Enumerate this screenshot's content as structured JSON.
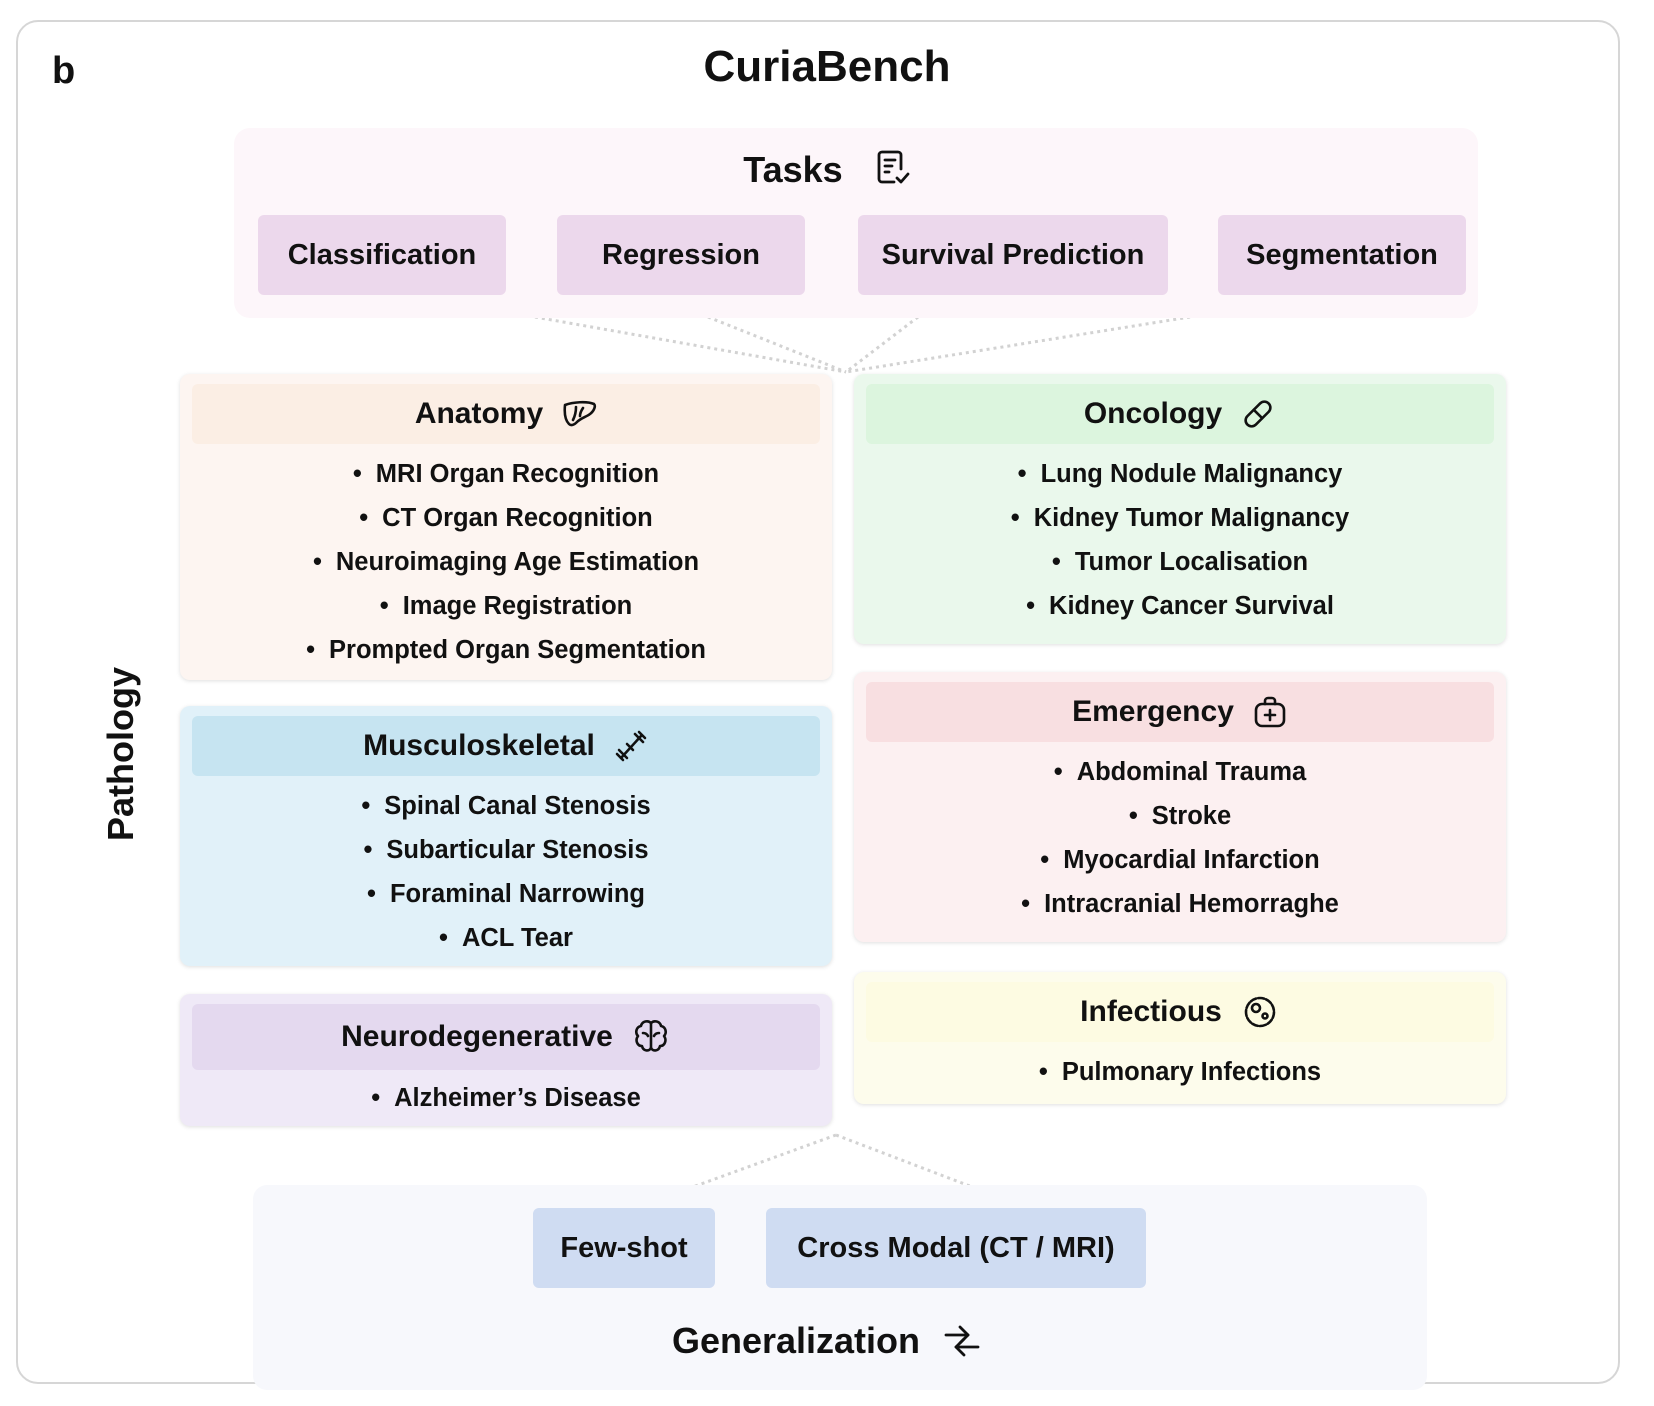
{
  "panel_letter": "b",
  "title": "CuriaBench",
  "tasks": {
    "title": "Tasks",
    "icon": "task-checklist-icon",
    "items": [
      "Classification",
      "Regression",
      "Survival Prediction",
      "Segmentation"
    ]
  },
  "pathology_label": "Pathology",
  "categories": [
    {
      "name": "Anatomy",
      "icon": "liver-icon",
      "color": "#fdf1ea",
      "items": [
        "MRI Organ Recognition",
        "CT Organ Recognition",
        "Neuroimaging Age Estimation",
        "Image Registration",
        "Prompted Organ Segmentation"
      ]
    },
    {
      "name": "Musculoskeletal",
      "icon": "bone-icon",
      "color": "#c6e4f1",
      "items": [
        "Spinal Canal Stenosis",
        "Subarticular Stenosis",
        "Foraminal Narrowing",
        "ACL Tear"
      ]
    },
    {
      "name": "Neurodegenerative",
      "icon": "brain-icon",
      "color": "#e4d9ef",
      "items": [
        "Alzheimer’s Disease"
      ]
    },
    {
      "name": "Oncology",
      "icon": "pill-icon",
      "color": "#dcf5de",
      "items": [
        "Lung Nodule Malignancy",
        "Kidney Tumor Malignancy",
        "Tumor Localisation",
        "Kidney Cancer Survival"
      ]
    },
    {
      "name": "Emergency",
      "icon": "medical-bag-icon",
      "color": "#f8dfe1",
      "items": [
        "Abdominal Trauma",
        "Stroke",
        "Myocardial Infarction",
        "Intracranial Hemorraghe"
      ]
    },
    {
      "name": "Infectious",
      "icon": "microbe-icon",
      "color": "#fdfbe2",
      "items": [
        "Pulmonary Infections"
      ]
    }
  ],
  "generalization": {
    "title": "Generalization",
    "icon": "arrows-exchange-icon",
    "items": [
      "Few-shot",
      "Cross Modal (CT / MRI)"
    ]
  }
}
